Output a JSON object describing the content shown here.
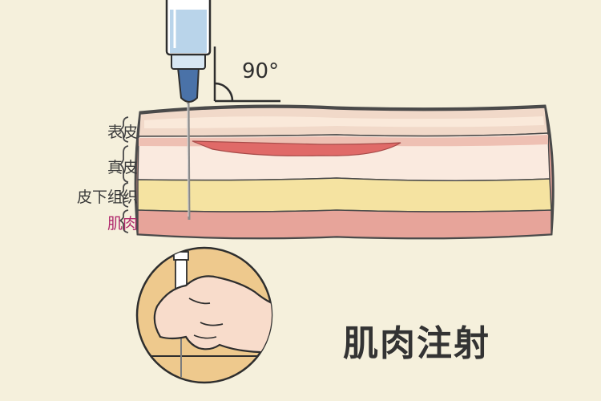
{
  "angle_label": "90°",
  "layers": [
    {
      "label": "表皮",
      "color": "#f1d9c9"
    },
    {
      "label": "真皮",
      "color": "#faeadf"
    },
    {
      "label": "皮下组织",
      "color": "#f5e3a1"
    },
    {
      "label": "肌肉",
      "color": "#e7a49a"
    }
  ],
  "highlight_color": "#b0296c",
  "title": "肌肉注射"
}
